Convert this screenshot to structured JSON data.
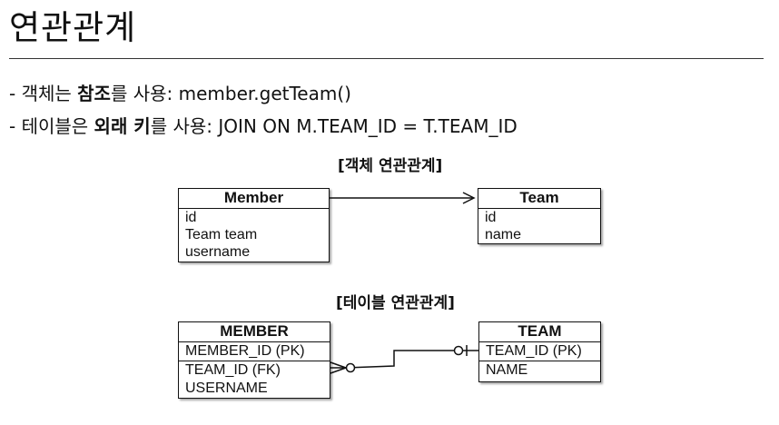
{
  "title": "연관관계",
  "bullets": [
    {
      "prefix": "- 객체는 ",
      "bold": "참조",
      "suffix": "를 사용: member.getTeam()"
    },
    {
      "prefix": "- 테이블은 ",
      "bold": "외래 키",
      "suffix": "를 사용: JOIN ON M.TEAM_ID = T.TEAM_ID"
    }
  ],
  "object_diagram": {
    "title": "[객체 연관관계]",
    "member": {
      "name": "Member",
      "attributes": [
        "id",
        "Team team",
        "username"
      ]
    },
    "team": {
      "name": "Team",
      "attributes": [
        "id",
        "name"
      ]
    }
  },
  "table_diagram": {
    "title": "[테이블 연관관계]",
    "member": {
      "name": "MEMBER",
      "pk": [
        "MEMBER_ID (PK)"
      ],
      "columns": [
        "TEAM_ID (FK)",
        "USERNAME"
      ]
    },
    "team": {
      "name": "TEAM",
      "pk": [
        "TEAM_ID (PK)"
      ],
      "columns": [
        "NAME"
      ]
    }
  },
  "colors": {
    "line": "#111111",
    "background": "#ffffff"
  }
}
